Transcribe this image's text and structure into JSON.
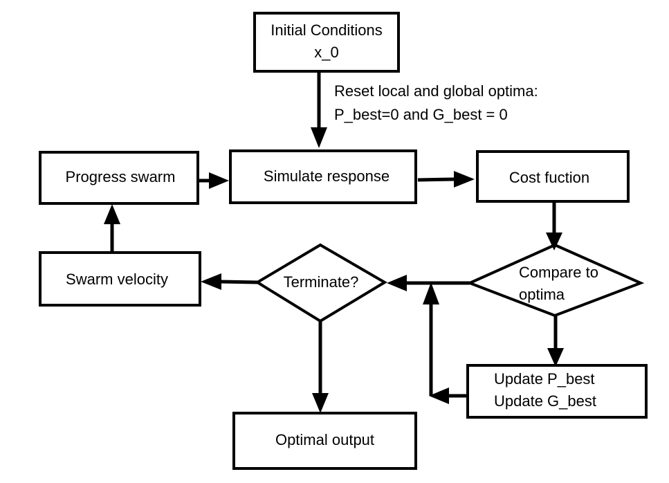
{
  "nodes": {
    "initial": {
      "line1": "Initial Conditions",
      "line2": "x_0"
    },
    "simulate": {
      "label": "Simulate response"
    },
    "cost": {
      "label": "Cost fuction"
    },
    "progress": {
      "label": "Progress swarm"
    },
    "compare": {
      "line1": "Compare to",
      "line2": "optima"
    },
    "terminate": {
      "label": "Terminate?"
    },
    "velocity": {
      "label": "Swarm velocity"
    },
    "update": {
      "line1": "Update P_best",
      "line2": "Update G_best"
    },
    "output": {
      "label": "Optimal output"
    }
  },
  "annotations": {
    "reset": {
      "line1": "Reset local and global optima:",
      "line2": "P_best=0 and G_best = 0"
    }
  }
}
